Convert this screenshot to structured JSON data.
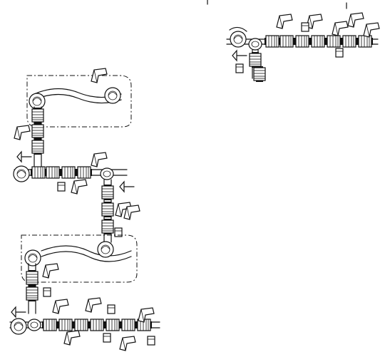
{
  "diagram": {
    "type": "piping-assembly-line-drawing",
    "lines": [
      {
        "name": "upper-right-pipe-run"
      },
      {
        "name": "upper-loop-assembly"
      },
      {
        "name": "middle-branch-assembly"
      },
      {
        "name": "lower-loop-assembly"
      },
      {
        "name": "bottom-pipe-run"
      }
    ],
    "dashed_enclosures": 2
  }
}
